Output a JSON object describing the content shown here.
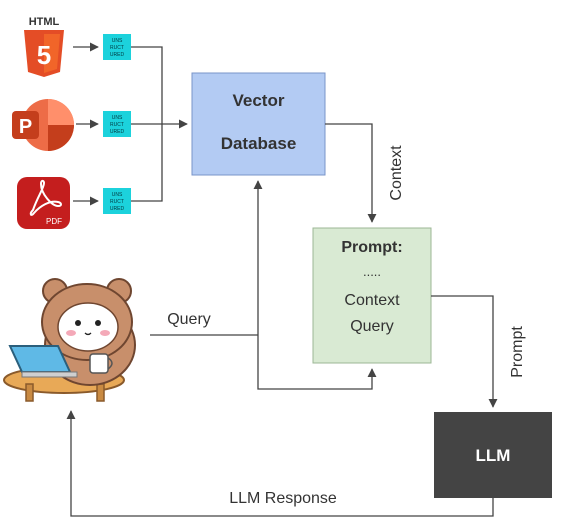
{
  "sources": [
    {
      "name": "html-file",
      "caption": "HTML",
      "icon": "html5-icon",
      "color": "#E44D26",
      "badge": "5"
    },
    {
      "name": "powerpoint-file",
      "caption": "",
      "icon": "powerpoint-icon",
      "color": "#D24726",
      "badge": "P"
    },
    {
      "name": "pdf-file",
      "caption": "PDF",
      "icon": "pdf-icon",
      "color": "#C41E1E",
      "badge": ""
    }
  ],
  "unstructured": {
    "lines": [
      "UNS",
      "RUCT",
      "URED"
    ],
    "color": "#1CD2DC"
  },
  "vector_db": {
    "line1": "Vector",
    "line2": "Database",
    "fill": "#B3CBF3",
    "border": "#7A95C8"
  },
  "prompt_box": {
    "title": "Prompt:",
    "dots": ".....",
    "line1": "Context",
    "line2": "Query",
    "fill": "#D9EAD3",
    "border": "#9CB796"
  },
  "llm": {
    "label": "LLM",
    "fill": "#444444"
  },
  "edges": {
    "context": "Context",
    "query": "Query",
    "prompt": "Prompt",
    "llm_response": "LLM Response"
  },
  "user": {
    "icon": "bear-user-with-laptop-icon"
  }
}
